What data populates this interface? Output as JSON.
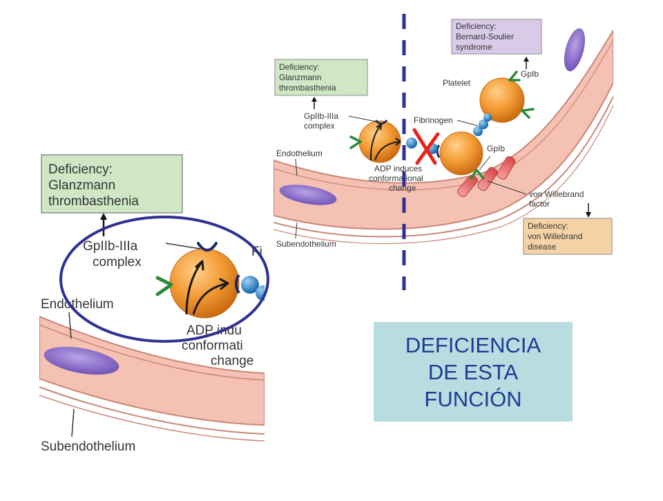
{
  "zoom_panel": {
    "deficiency_box": {
      "line1": "Deficiency:",
      "line2": "Glanzmann",
      "line3": "thrombasthenia"
    },
    "gp_label": {
      "line1": "GpIIb-IIIa",
      "line2": "complex"
    },
    "endothelium_label": "Endothelium",
    "subendothelium_label": "Subendothelium",
    "adp_label": {
      "line1": "ADP indu",
      "line2": "conformati",
      "line3": "change"
    },
    "cut_label": "Fi"
  },
  "main_diagram": {
    "deficiency_glanzmann": {
      "line1": "Deficiency:",
      "line2": "Glanzmann",
      "line3": "thrombasthenia"
    },
    "gp_label": {
      "line1": "GpIIb-IIIa",
      "line2": "complex"
    },
    "endothelium_label": "Endothelium",
    "subendothelium_label": "Subendothelium",
    "adp_label": {
      "line1": "ADP induces",
      "line2": "conformational",
      "line3": "change"
    },
    "fibrinogen_label": "Fibrinogen",
    "platelet_label": "Platelet",
    "gpib_top_label": "GpIb",
    "gpib_label": "GpIb",
    "deficiency_bernard": {
      "line1": "Deficiency:",
      "line2": "Bernard-Soulier",
      "line3": "syndrome"
    },
    "vwf_label": {
      "line1": "von Willebrand",
      "line2": "factor"
    },
    "deficiency_vwd": {
      "line1": "Deficiency:",
      "line2": "von Willebrand",
      "line3": "disease"
    }
  },
  "caption": {
    "line1": "DEFICIENCIA",
    "line2": "DE ESTA",
    "line3": "FUNCIÓN"
  },
  "colors": {
    "vessel": "#f4c1b3",
    "vessel_dark": "#c98576",
    "platelet": "#f39a33",
    "platelet_dark": "#c86a12",
    "cell": "#8c6fc6",
    "glanzmann_box": "#cfe7c5",
    "bernard_box": "#d9cbe7",
    "vwd_box": "#f6d3a6",
    "caption_bg": "#b7dde0",
    "caption_text": "#1f3a93",
    "dashed_line": "#2e3192",
    "circle": "#2e3192",
    "x_mark": "#e8231b"
  }
}
